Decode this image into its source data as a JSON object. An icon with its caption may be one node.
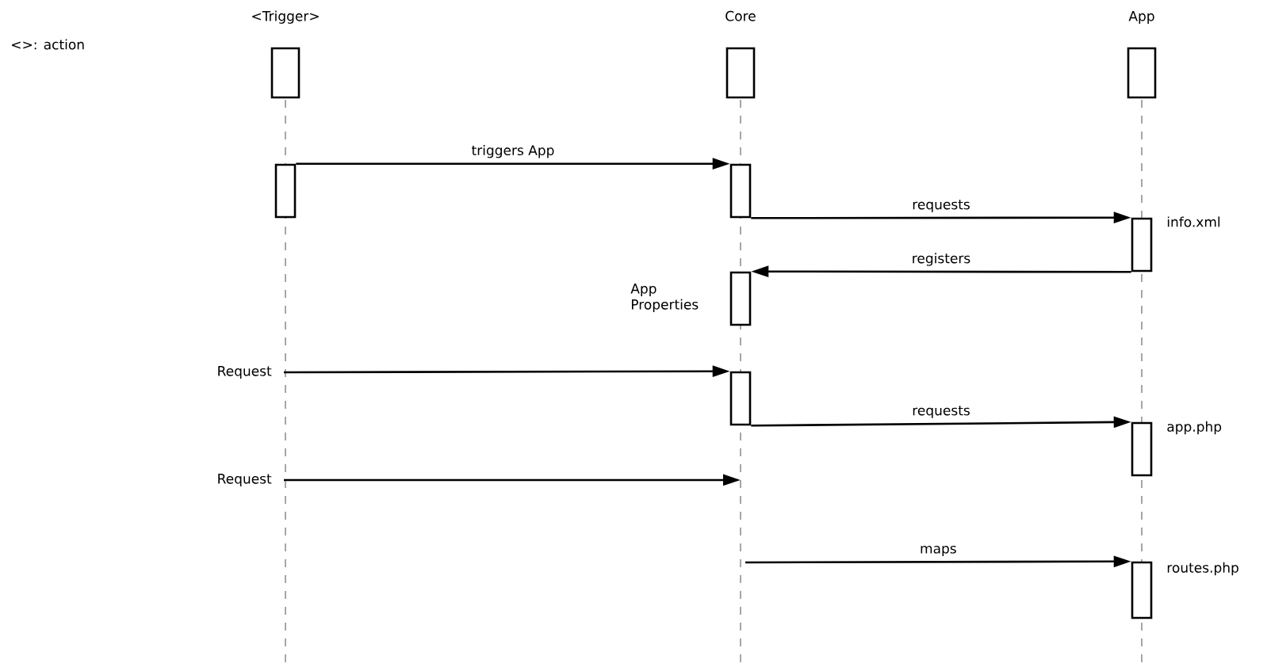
{
  "diagram": {
    "nodes": [
      {
        "text": [
          "<Trigger>"
        ]
      },
      {
        "text": [
          "Core"
        ]
      },
      {
        "text": [
          "App"
        ]
      },
      {
        "text": [],
        "shape": "box"
      },
      {
        "text": [],
        "shape": "box"
      },
      {
        "text": [],
        "shape": "box",
        "beside": [
          "info.xml"
        ]
      },
      {
        "text": [],
        "shape": "box",
        "beside": [
          "App Properties"
        ]
      },
      {
        "text": [
          "Request"
        ]
      },
      {
        "text": [],
        "shape": "box"
      },
      {
        "text": [],
        "shape": "box",
        "beside": [
          "app.php"
        ]
      },
      {
        "text": [
          "Request"
        ]
      },
      {
        "text": [],
        "shape": "box",
        "beside": [
          "routes.php"
        ]
      }
    ],
    "edges": [
      {
        "from": 3,
        "to": 4,
        "arrow": "to",
        "label": "triggers App"
      },
      {
        "from": 4,
        "to": 5,
        "arrow": "to",
        "label": "requests"
      },
      {
        "from": 5,
        "to": 6,
        "arrow": "to",
        "label": "registers"
      },
      {
        "from": 7,
        "to": 8,
        "arrow": "to"
      },
      {
        "from": 8,
        "to": 9,
        "arrow": "to",
        "label": "requests"
      },
      {
        "from": 10,
        "to": null,
        "arrow": "to"
      },
      {
        "from": null,
        "to": 11,
        "arrow": "to",
        "label": "maps"
      }
    ],
    "labels": [
      "<>: action"
    ]
  }
}
